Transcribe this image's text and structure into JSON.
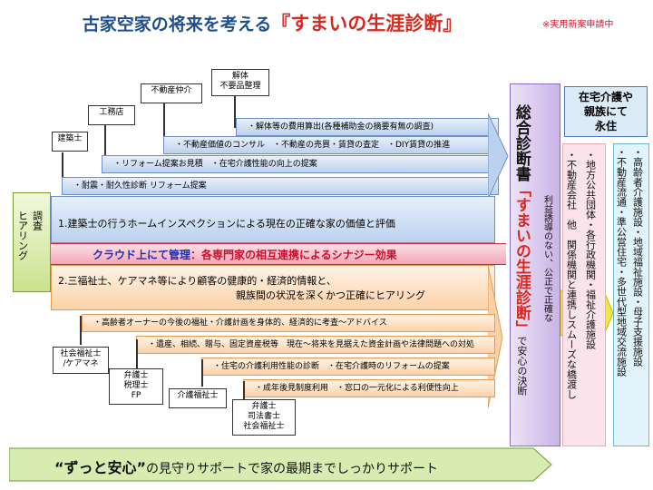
{
  "title": {
    "prefix": "古家空家の将来を考える",
    "main": "『すまいの生涯診断』",
    "note": "※実用新案申請中"
  },
  "experts_top": [
    {
      "id": "kenchikushi",
      "label": "建築士"
    },
    {
      "id": "koumuten",
      "label": "工務店"
    },
    {
      "id": "fudousan",
      "label": "不動産仲介"
    },
    {
      "id": "kaitai",
      "label": "解体\n不要品整理"
    }
  ],
  "services_top": [
    "・解体等の費用算出(各種補助金の摘要有無の調査)",
    "・不動産価値のコンサル　・不動産の売買・賃貸の査定　・DIY賃貸の推進",
    "・リフォーム提案お見積　・在宅介護性能の向上の提案",
    "・耐震・耐久性診断  リフォーム提案"
  ],
  "hearing": {
    "label": "ヒアリング",
    "sub": "調査"
  },
  "inspection": "1.建築士の行うホームインスペクションによる現在の正確な家の価値と評価",
  "cloud": {
    "prefix": "クラウド上にて管理",
    "suffix": "：各専門家の相互連携によるシナジー効果"
  },
  "welfare": {
    "line1": "2.三福祉士、ケアマネ等により顧客の健康的・経済的情報と、",
    "line2": "親族間の状況を深くかつ正確にヒアリング"
  },
  "services_bottom": [
    "・高齢者オーナーの今後の福祉・介護計画を身体的、経済的に考査～アドバイス",
    "・遺産、相続、贈与、固定資産税等　現在～将来を見据えた資金計画や法律問題への対処",
    "・住宅の介護利用性能の診断　・在宅介護時のリフォームの提案",
    "・成年後見制度利用　・窓口の一元化による利便性向上"
  ],
  "experts_bottom": [
    {
      "id": "shakai",
      "label": "社会福祉士\n/ケアマネ"
    },
    {
      "id": "bengoshi1",
      "label": "弁護士\n税理士\nFP"
    },
    {
      "id": "kaigo",
      "label": "介護福祉士"
    },
    {
      "id": "bengoshi2",
      "label": "弁護士\n司法書士\n社会福祉士"
    }
  ],
  "diagnosis": {
    "head": "総合診断書",
    "quote": "「すまいの生涯診断」",
    "tail": "で安心の決断",
    "note": "利益誘導のない、公正で正確な"
  },
  "connect": {
    "col1": "・地方公共団体・各行政機関・福祉介護施設",
    "col2": "・不動産会社　他　関係機関と連携しスムーズな橋渡し"
  },
  "home_care": "在宅介護や\n親族にて\n永住",
  "facilities": {
    "col1": "・高齢者介護施設・地域福祉施設・母子支援施設",
    "col2": "・不動産流通・準公営住宅・多世代型地域交流施設"
  },
  "bottom_banner": {
    "highlight": "“ずっと安心”",
    "rest": "の見守りサポートで家の最期までしっかりサポート"
  }
}
